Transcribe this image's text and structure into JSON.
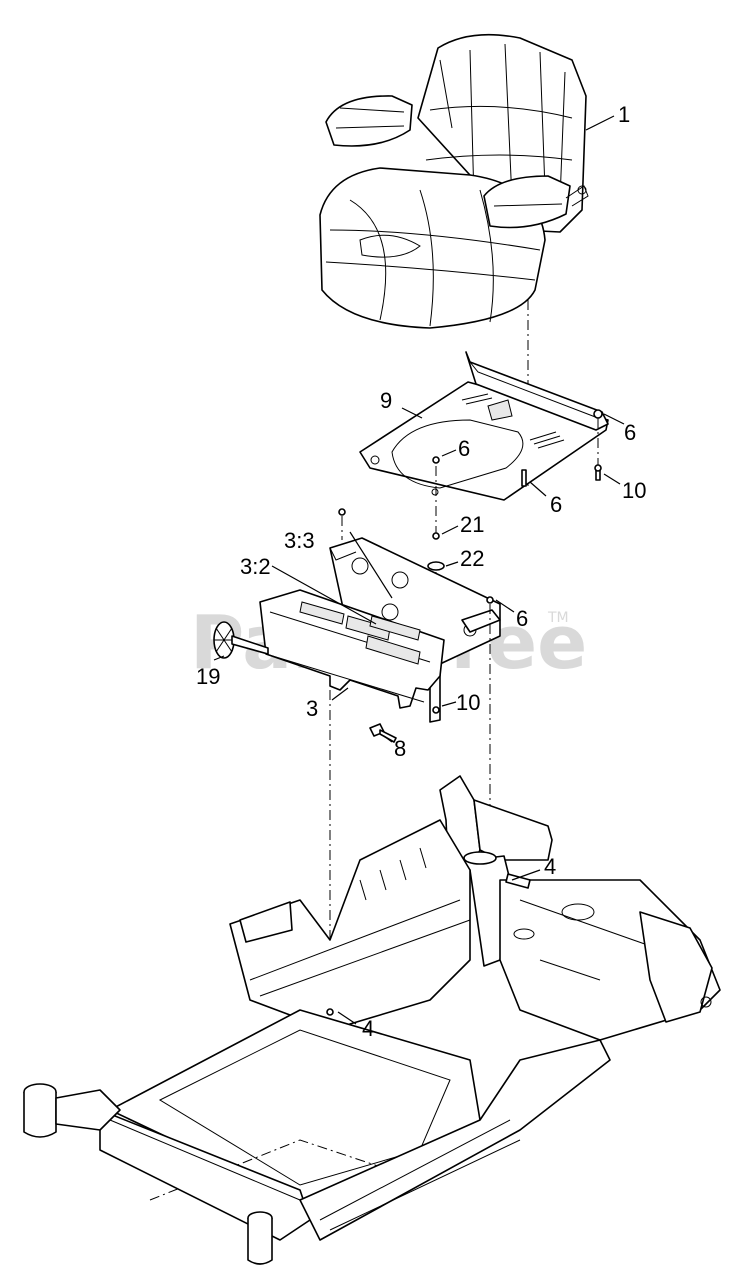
{
  "watermark": {
    "text": "PartsTree",
    "tm": "TM"
  },
  "callouts": [
    "1",
    "9",
    "6",
    "6",
    "6",
    "10",
    "21",
    "22",
    "3:3",
    "3:2",
    "6",
    "19",
    "3",
    "10",
    "8",
    "4",
    "4"
  ],
  "colors": {
    "line": "#000000",
    "background": "#ffffff",
    "watermark": "#d9d9d9"
  }
}
